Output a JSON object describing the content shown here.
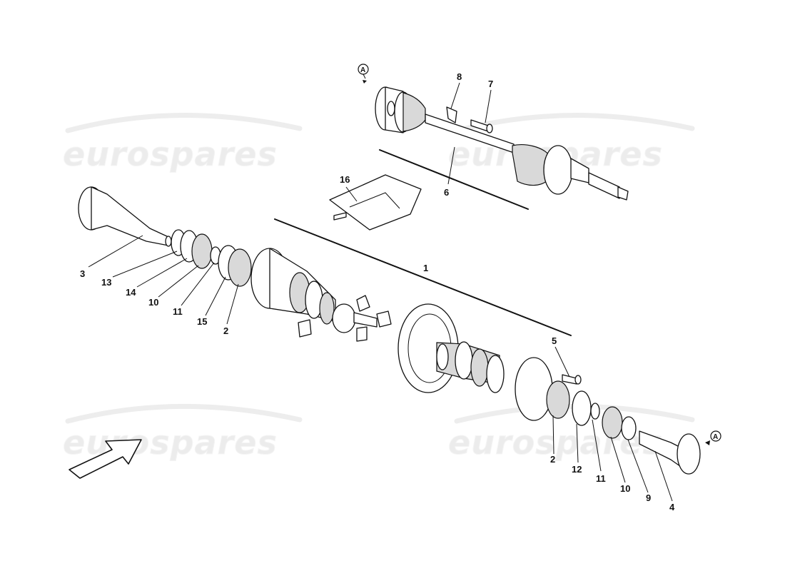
{
  "watermark": {
    "text": "eurospares"
  },
  "reference_marker": {
    "letter": "A"
  },
  "callouts": [
    {
      "id": "c8",
      "label": "8"
    },
    {
      "id": "c7",
      "label": "7"
    },
    {
      "id": "c16",
      "label": "16"
    },
    {
      "id": "c6",
      "label": "6"
    },
    {
      "id": "c1",
      "label": "1"
    },
    {
      "id": "c3",
      "label": "3"
    },
    {
      "id": "c13",
      "label": "13"
    },
    {
      "id": "c14",
      "label": "14"
    },
    {
      "id": "c10a",
      "label": "10"
    },
    {
      "id": "c11a",
      "label": "11"
    },
    {
      "id": "c15",
      "label": "15"
    },
    {
      "id": "c2a",
      "label": "2"
    },
    {
      "id": "c5",
      "label": "5"
    },
    {
      "id": "c2b",
      "label": "2"
    },
    {
      "id": "c12",
      "label": "12"
    },
    {
      "id": "c11b",
      "label": "11"
    },
    {
      "id": "c10b",
      "label": "10"
    },
    {
      "id": "c9",
      "label": "9"
    },
    {
      "id": "c4",
      "label": "4"
    }
  ],
  "colors": {
    "line": "#111111",
    "watermark": "#ececec",
    "background": "#ffffff"
  }
}
